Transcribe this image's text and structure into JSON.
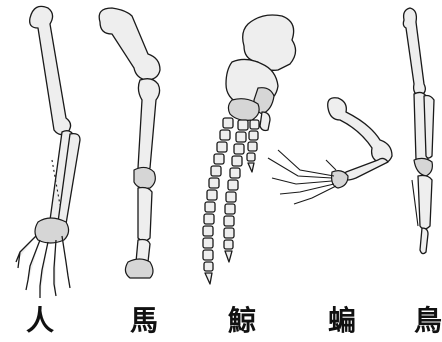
{
  "labels": {
    "human": "人",
    "horse": "馬",
    "whale": "鯨",
    "bat": "蝙",
    "bird": "鳥"
  }
}
